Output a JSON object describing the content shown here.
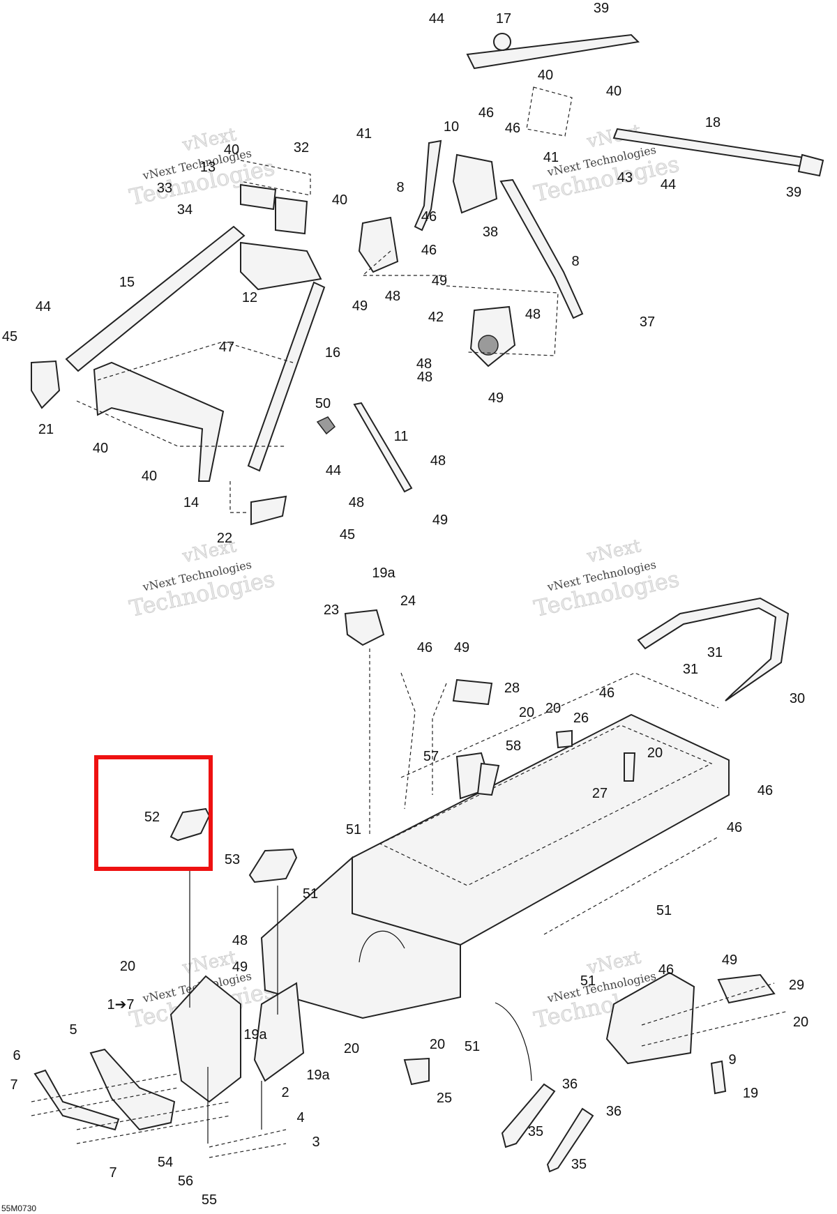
{
  "diagram": {
    "drawing_code": "55M0730",
    "highlight_label": "52",
    "watermarks": [
      {
        "line1": "vNext Technologies",
        "line2": "vNext",
        "line3": "Technologies"
      },
      {
        "line1": "vNext Technologies",
        "line2": "vNext",
        "line3": "Technologies"
      },
      {
        "line1": "vNext Technologies",
        "line2": "vNext",
        "line3": "Technologies"
      },
      {
        "line1": "vNext Technologies",
        "line2": "vNext",
        "line3": "Technologies"
      },
      {
        "line1": "vNext Technologies",
        "line2": "vNext",
        "line3": "Technologies"
      },
      {
        "line1": "vNext Technologies",
        "line2": "vNext",
        "line3": "Technologies"
      }
    ],
    "callouts": [
      "44",
      "17",
      "39",
      "40",
      "40",
      "18",
      "39",
      "41",
      "10",
      "46",
      "46",
      "43",
      "44",
      "41",
      "32",
      "40",
      "13",
      "33",
      "34",
      "40",
      "8",
      "46",
      "38",
      "46",
      "12",
      "49",
      "48",
      "15",
      "8",
      "49",
      "42",
      "48",
      "37",
      "44",
      "45",
      "47",
      "16",
      "48",
      "48",
      "49",
      "21",
      "40",
      "50",
      "11",
      "40",
      "14",
      "48",
      "48",
      "49",
      "44",
      "22",
      "45",
      "19a",
      "24",
      "23",
      "46",
      "49",
      "28",
      "20",
      "31",
      "31",
      "30",
      "20",
      "26",
      "46",
      "57",
      "58",
      "20",
      "27",
      "46",
      "46",
      "52",
      "51",
      "53",
      "51",
      "51",
      "48",
      "49",
      "20",
      "1➔7",
      "51",
      "46",
      "49",
      "29",
      "20",
      "5",
      "19a",
      "20",
      "19a",
      "6",
      "7",
      "51",
      "20",
      "25",
      "9",
      "19",
      "36",
      "36",
      "35",
      "35",
      "7",
      "2",
      "4",
      "3",
      "54",
      "56",
      "55"
    ]
  }
}
